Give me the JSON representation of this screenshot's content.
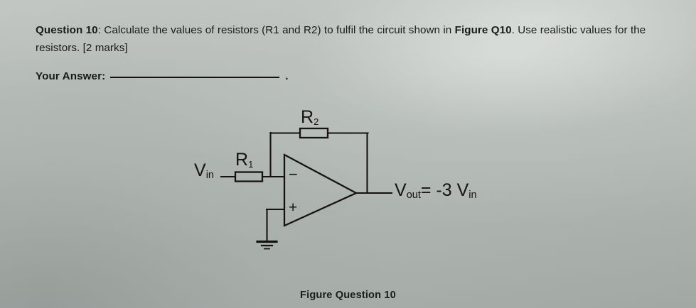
{
  "page": {
    "background_color": "#b3bab5",
    "ink_color": "#14100f"
  },
  "question": {
    "label": "Question 10",
    "colon": ":",
    "body_before_figure": " Calculate the values of resistors (R1 and R2) to fulfil the circuit shown in ",
    "figure_ref": "Figure Q10",
    "body_after_figure": ". Use realistic values for the resistors. [2 marks]",
    "full_text": "Question 10: Calculate the values of resistors (R1 and R2) to fulfil the circuit shown in Figure Q10. Use realistic values for the resistors. [2 marks]"
  },
  "answer": {
    "label": "Your Answer:",
    "value": "",
    "placeholder": "",
    "trailing_punctuation": "."
  },
  "figure": {
    "caption": "Figure Question 10",
    "type": "inverting-operational-amplifier",
    "labels": {
      "input_source": {
        "main": "V",
        "sub": "in"
      },
      "input_resistor": {
        "main": "R",
        "sub": "1"
      },
      "feedback_resistor": {
        "main": "R",
        "sub": "2"
      },
      "output": {
        "main": "V",
        "sub": "out",
        "equation": "= -3 V",
        "equation_sub": "in"
      },
      "inverting_terminal": "−",
      "noninverting_terminal": "+",
      "ground_symbol": "ground-symbol"
    },
    "components": [
      {
        "name": "input-resistor-r1",
        "label": "R1"
      },
      {
        "name": "feedback-resistor-r2",
        "label": "R2"
      },
      {
        "name": "op-amp-triangle",
        "label": "op-amp"
      },
      {
        "name": "ground",
        "label": "GND"
      }
    ]
  }
}
